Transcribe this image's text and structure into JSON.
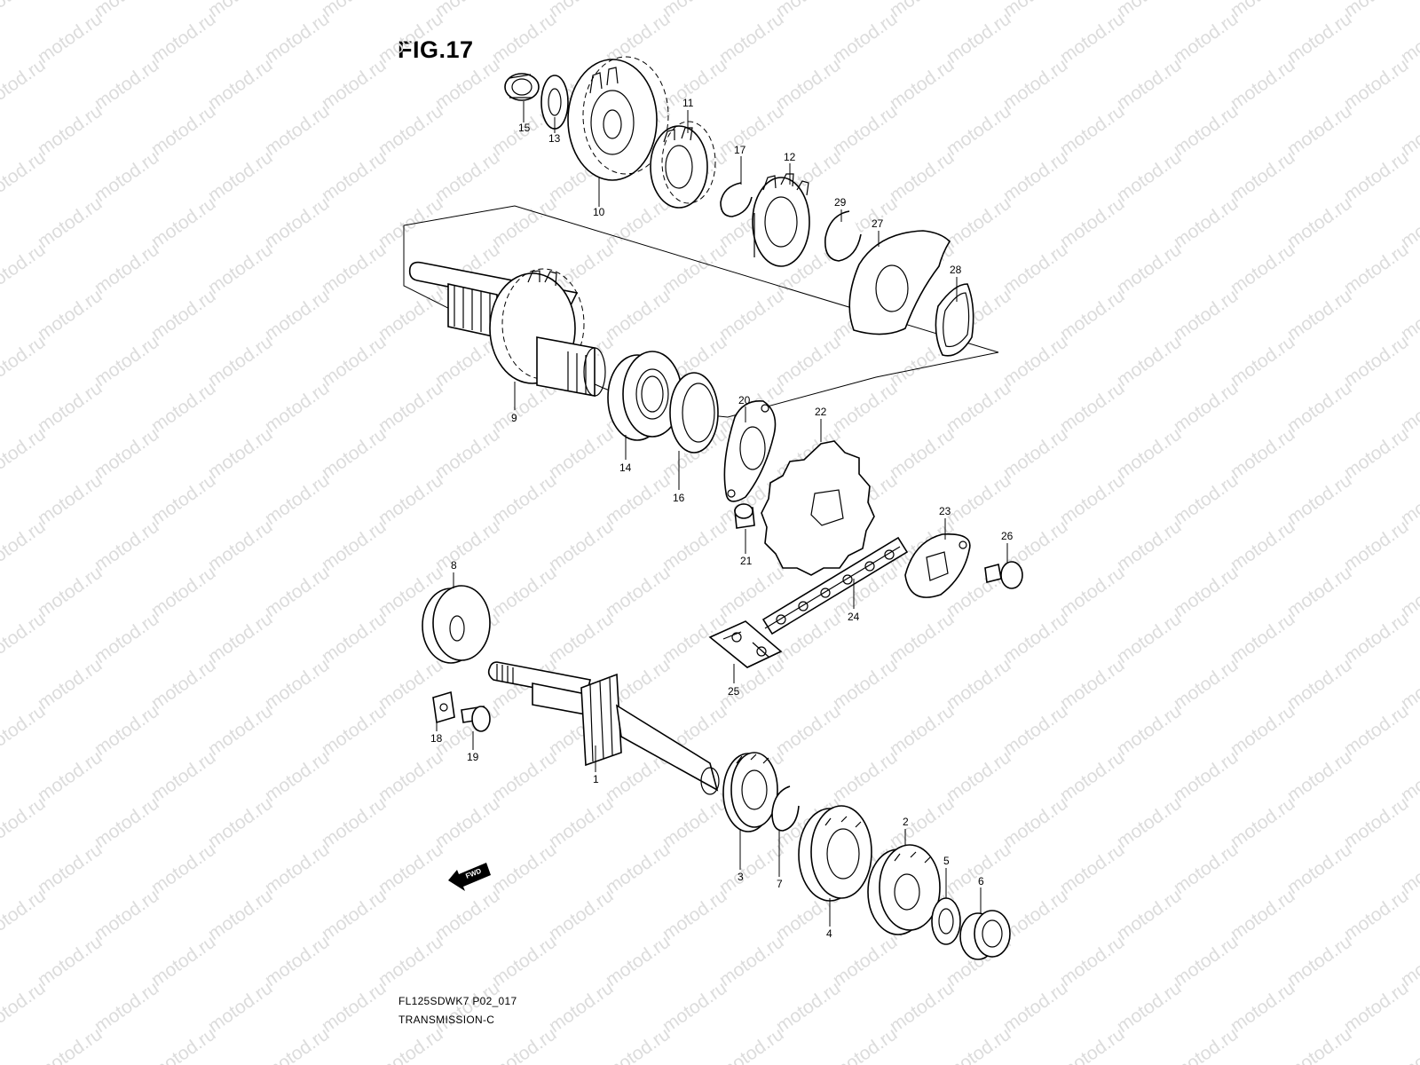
{
  "figure": {
    "title": "FIG.17"
  },
  "footer": {
    "model_code": "FL125SDWK7 P02_017",
    "section": "TRANSMISSION-C"
  },
  "watermark": {
    "text": "motod.ru"
  },
  "direction_marker": {
    "label": "FWD",
    "icon": "fwd-arrow-icon"
  },
  "callouts": [
    {
      "id": "1",
      "part": "countershaft"
    },
    {
      "id": "2",
      "part": "gear"
    },
    {
      "id": "3",
      "part": "gear"
    },
    {
      "id": "4",
      "part": "gear"
    },
    {
      "id": "5",
      "part": "washer"
    },
    {
      "id": "6",
      "part": "needle-bearing"
    },
    {
      "id": "7",
      "part": "circlip"
    },
    {
      "id": "8",
      "part": "oil-seal"
    },
    {
      "id": "9",
      "part": "driveshaft"
    },
    {
      "id": "10",
      "part": "gear"
    },
    {
      "id": "11",
      "part": "gear"
    },
    {
      "id": "12",
      "part": "gear"
    },
    {
      "id": "13",
      "part": "washer"
    },
    {
      "id": "14",
      "part": "bearing"
    },
    {
      "id": "15",
      "part": "needle-bearing"
    },
    {
      "id": "16",
      "part": "oil-seal"
    },
    {
      "id": "17",
      "part": "circlip"
    },
    {
      "id": "18",
      "part": "plate"
    },
    {
      "id": "19",
      "part": "screw"
    },
    {
      "id": "20",
      "part": "plate"
    },
    {
      "id": "21",
      "part": "bolt"
    },
    {
      "id": "22",
      "part": "sprocket"
    },
    {
      "id": "23",
      "part": "washer"
    },
    {
      "id": "24",
      "part": "chain"
    },
    {
      "id": "25",
      "part": "chain-joint"
    },
    {
      "id": "26",
      "part": "bolt"
    },
    {
      "id": "27",
      "part": "arm"
    },
    {
      "id": "28",
      "part": "gasket"
    },
    {
      "id": "29",
      "part": "circlip"
    }
  ]
}
